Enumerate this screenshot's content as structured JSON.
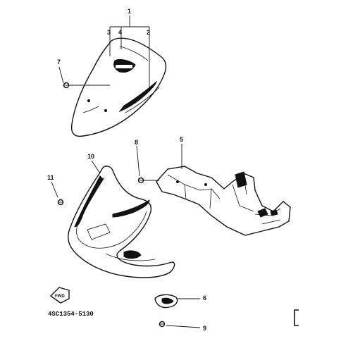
{
  "callouts": {
    "c1": "1",
    "c2": "2",
    "c3": "3",
    "c4": "4",
    "c5": "5",
    "c6": "6",
    "c7": "7",
    "c8": "8",
    "c9": "9",
    "c10": "10",
    "c11": "11"
  },
  "fwd_label": "FWD",
  "diagram_code": "4SC1354-5130"
}
